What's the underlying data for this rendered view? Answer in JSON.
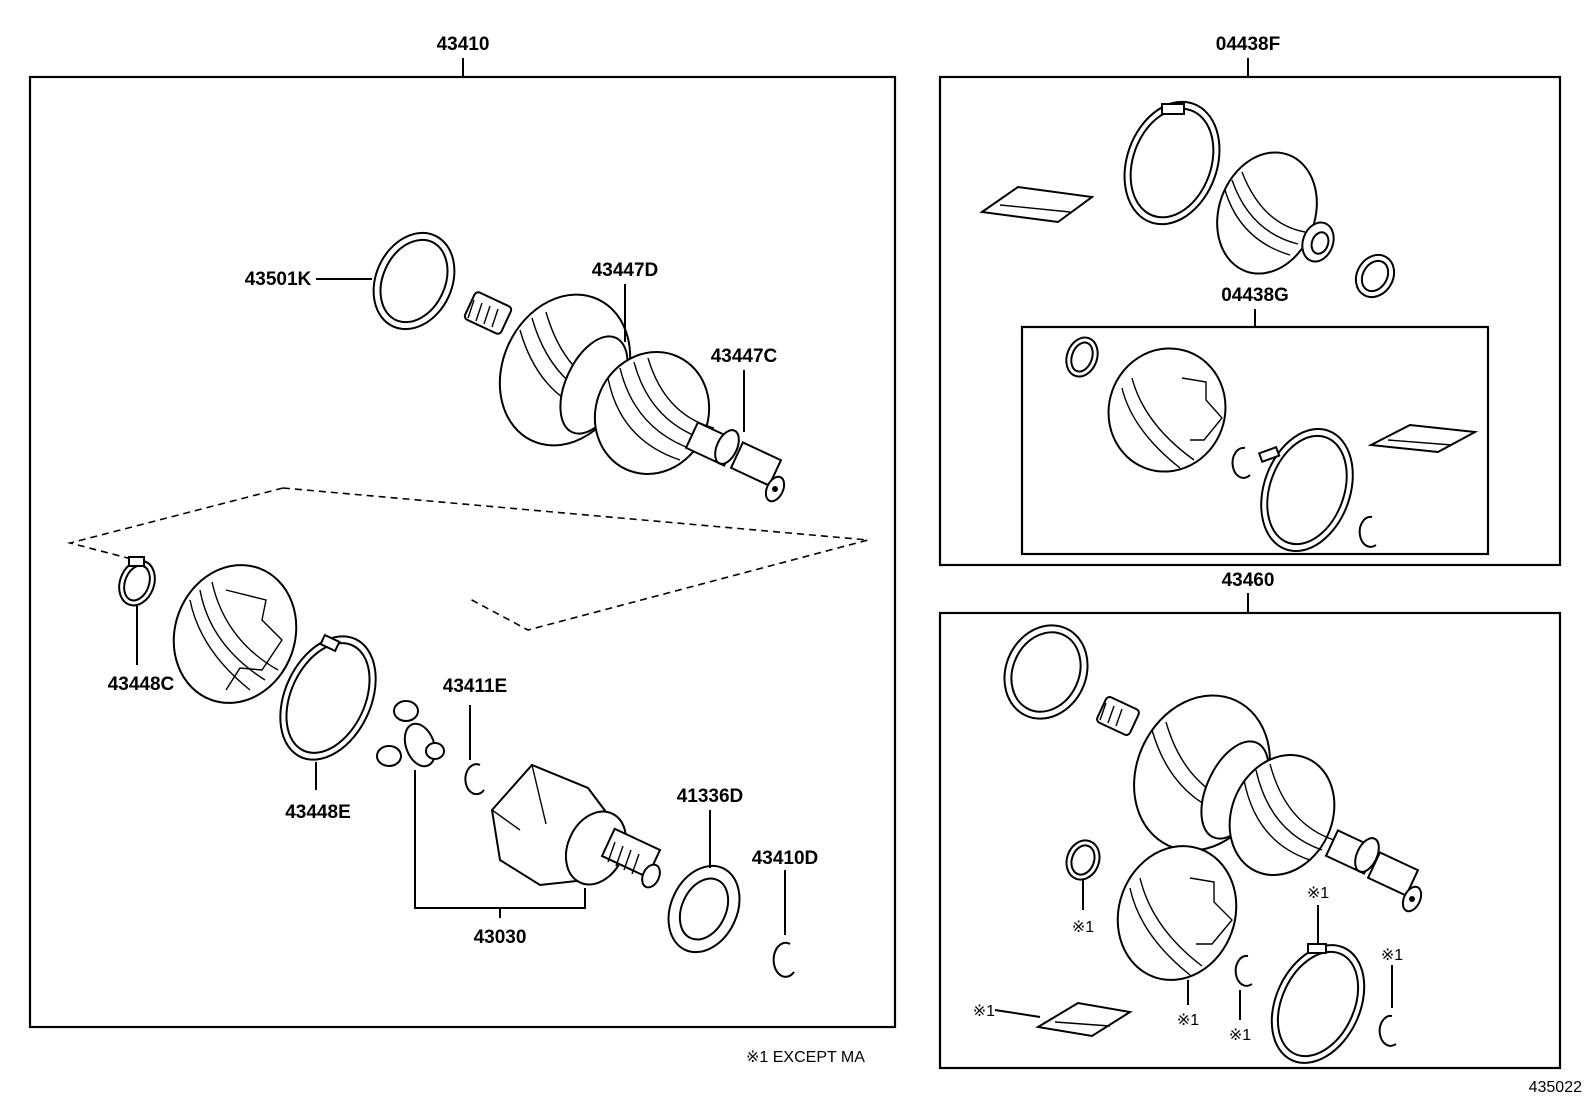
{
  "labels": {
    "group_main": "43410",
    "group_kit_f": "04438F",
    "group_kit_g": "04438G",
    "group_alt": "43460",
    "p_43501K": "43501K",
    "p_43447D": "43447D",
    "p_43447C": "43447C",
    "p_43448C": "43448C",
    "p_43448E": "43448E",
    "p_43411E": "43411E",
    "p_41336D": "41336D",
    "p_43410D": "43410D",
    "p_43030": "43030",
    "ref_mark_1": "※1",
    "ref_mark_2": "※1",
    "ref_mark_3": "※1",
    "ref_mark_4": "※1",
    "ref_mark_5": "※1",
    "ref_mark_6": "※1"
  },
  "footnote": "※1 EXCEPT MA",
  "diagram_id": "435022"
}
